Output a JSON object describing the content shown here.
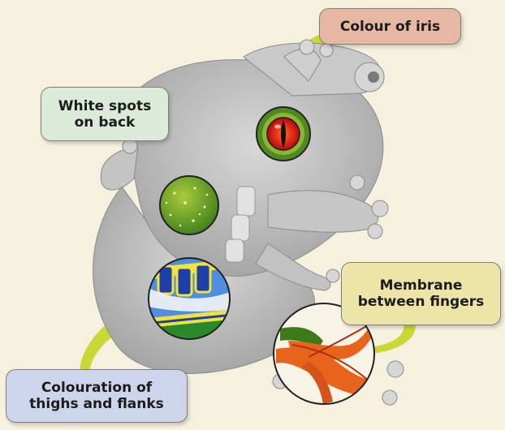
{
  "callouts": {
    "iris": {
      "text": "Colour of iris"
    },
    "spots": {
      "line1": "White spots",
      "line2": "on back"
    },
    "membrane": {
      "line1": "Membrane",
      "line2": "between fingers"
    },
    "thighs": {
      "line1": "Colouration of",
      "line2": "thighs and flanks"
    }
  },
  "colors": {
    "background": "#f6f0df",
    "iris_label": "#e6b8a3",
    "spots_label": "#dcebd9",
    "membrane_label": "#ede4a8",
    "thighs_label": "#cdd5ea",
    "pointer": "#c9d835",
    "frog_body": "#bdbdbd"
  },
  "icons": [
    "frog-illustration",
    "iris-detail",
    "back-spots-detail",
    "flank-detail",
    "finger-membrane-detail"
  ]
}
